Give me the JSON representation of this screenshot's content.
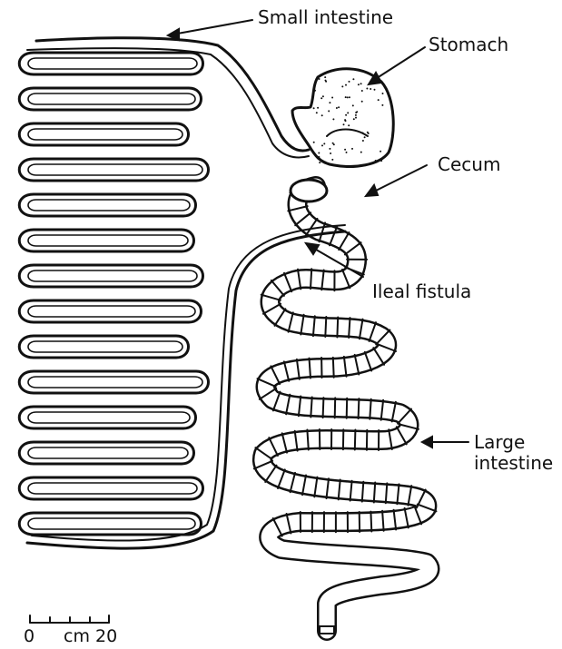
{
  "labels": {
    "small_intestine": "Small intestine",
    "stomach": "Stomach",
    "cecum": "Cecum",
    "ileal_fistula": "Ileal fistula",
    "large_intestine_line1": "Large",
    "large_intestine_line2": "intestine"
  },
  "scale_bar": {
    "start": "0",
    "unit_end": "cm 20"
  },
  "colors": {
    "ink": "#111111",
    "paper": "#ffffff"
  }
}
